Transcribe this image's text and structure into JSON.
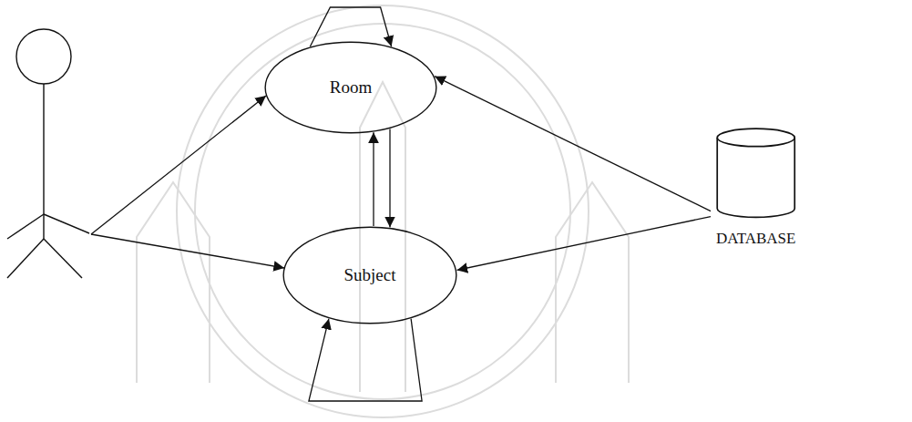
{
  "diagram": {
    "nodes": [
      {
        "text": [
          "Room"
        ]
      },
      {
        "text": [
          "Subject"
        ]
      },
      {
        "text": [
          "DATABASE"
        ]
      }
    ],
    "edges": [
      {
        "from": 0,
        "to": 0,
        "arrow": "to"
      },
      {
        "from": 0,
        "to": 1,
        "arrow": "to"
      },
      {
        "from": 1,
        "to": 0,
        "arrow": "to"
      },
      {
        "from": 1,
        "to": 1,
        "arrow": "to"
      },
      {
        "from": 2,
        "to": 0,
        "arrow": "to"
      },
      {
        "from": 2,
        "to": 1,
        "arrow": "to"
      }
    ]
  }
}
